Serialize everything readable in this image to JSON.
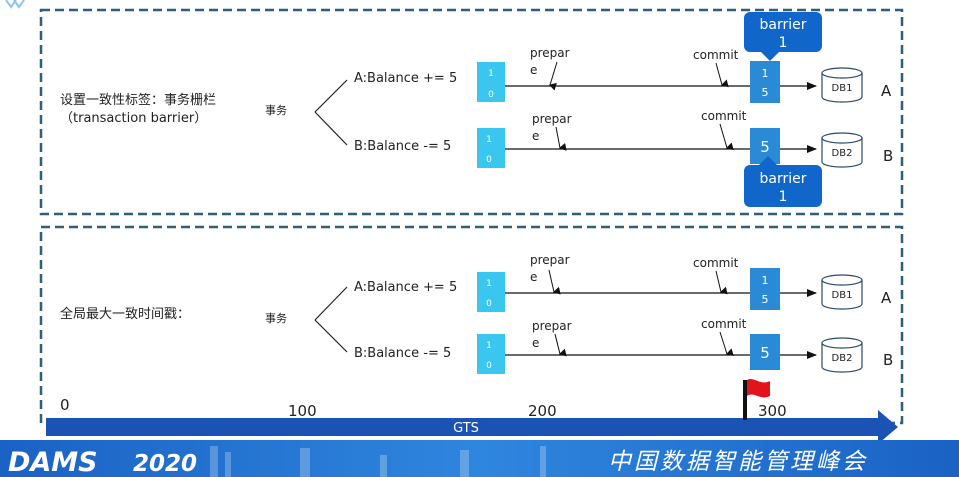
{
  "colors": {
    "frame": "#2f5f7a",
    "light_block": "#3ac6ee",
    "dark_block": "#2a8ad6",
    "barrier": "#1167c9",
    "axis": "#1a53b4",
    "footer": "#1f6fcf",
    "flag": "#e0141a"
  },
  "section1": {
    "label_line1": "设置一致性标签：事务栅栏",
    "label_line2": "（transaction barrier）",
    "txn_label": "事务",
    "rows": [
      {
        "op": "A:Balance += 5",
        "start_block": "1 0",
        "prepare_1": "prepar",
        "prepare_2": "e",
        "commit": "commit",
        "end_block": "1 5",
        "db": "DB1",
        "letter": "A"
      },
      {
        "op": "B:Balance -= 5",
        "start_block": "1 0",
        "prepare_1": "prepar",
        "prepare_2": "e",
        "commit": "commit",
        "end_block": "5",
        "db": "DB2",
        "letter": "B"
      }
    ],
    "barrier_top_1": "barrier",
    "barrier_top_2": "1",
    "barrier_bottom_1": "barrier",
    "barrier_bottom_2": "1"
  },
  "section2": {
    "label": "全局最大一致时间戳：",
    "txn_label": "事务",
    "rows": [
      {
        "op": "A:Balance += 5",
        "start_block": "1 0",
        "prepare_1": "prepar",
        "prepare_2": "e",
        "commit": "commit",
        "end_block": "1 5",
        "db": "DB1",
        "letter": "A"
      },
      {
        "op": "B:Balance -= 5",
        "start_block": "1 0",
        "prepare_1": "prepar",
        "prepare_2": "e",
        "commit": "commit",
        "end_block": "5",
        "db": "DB2",
        "letter": "B"
      }
    ]
  },
  "axis": {
    "label": "GTS",
    "ticks": [
      "0",
      "100",
      "200",
      "300"
    ]
  },
  "footer": {
    "logo": "DAMS",
    "year": "2020",
    "slogan": "中国数据智能管理峰会"
  }
}
